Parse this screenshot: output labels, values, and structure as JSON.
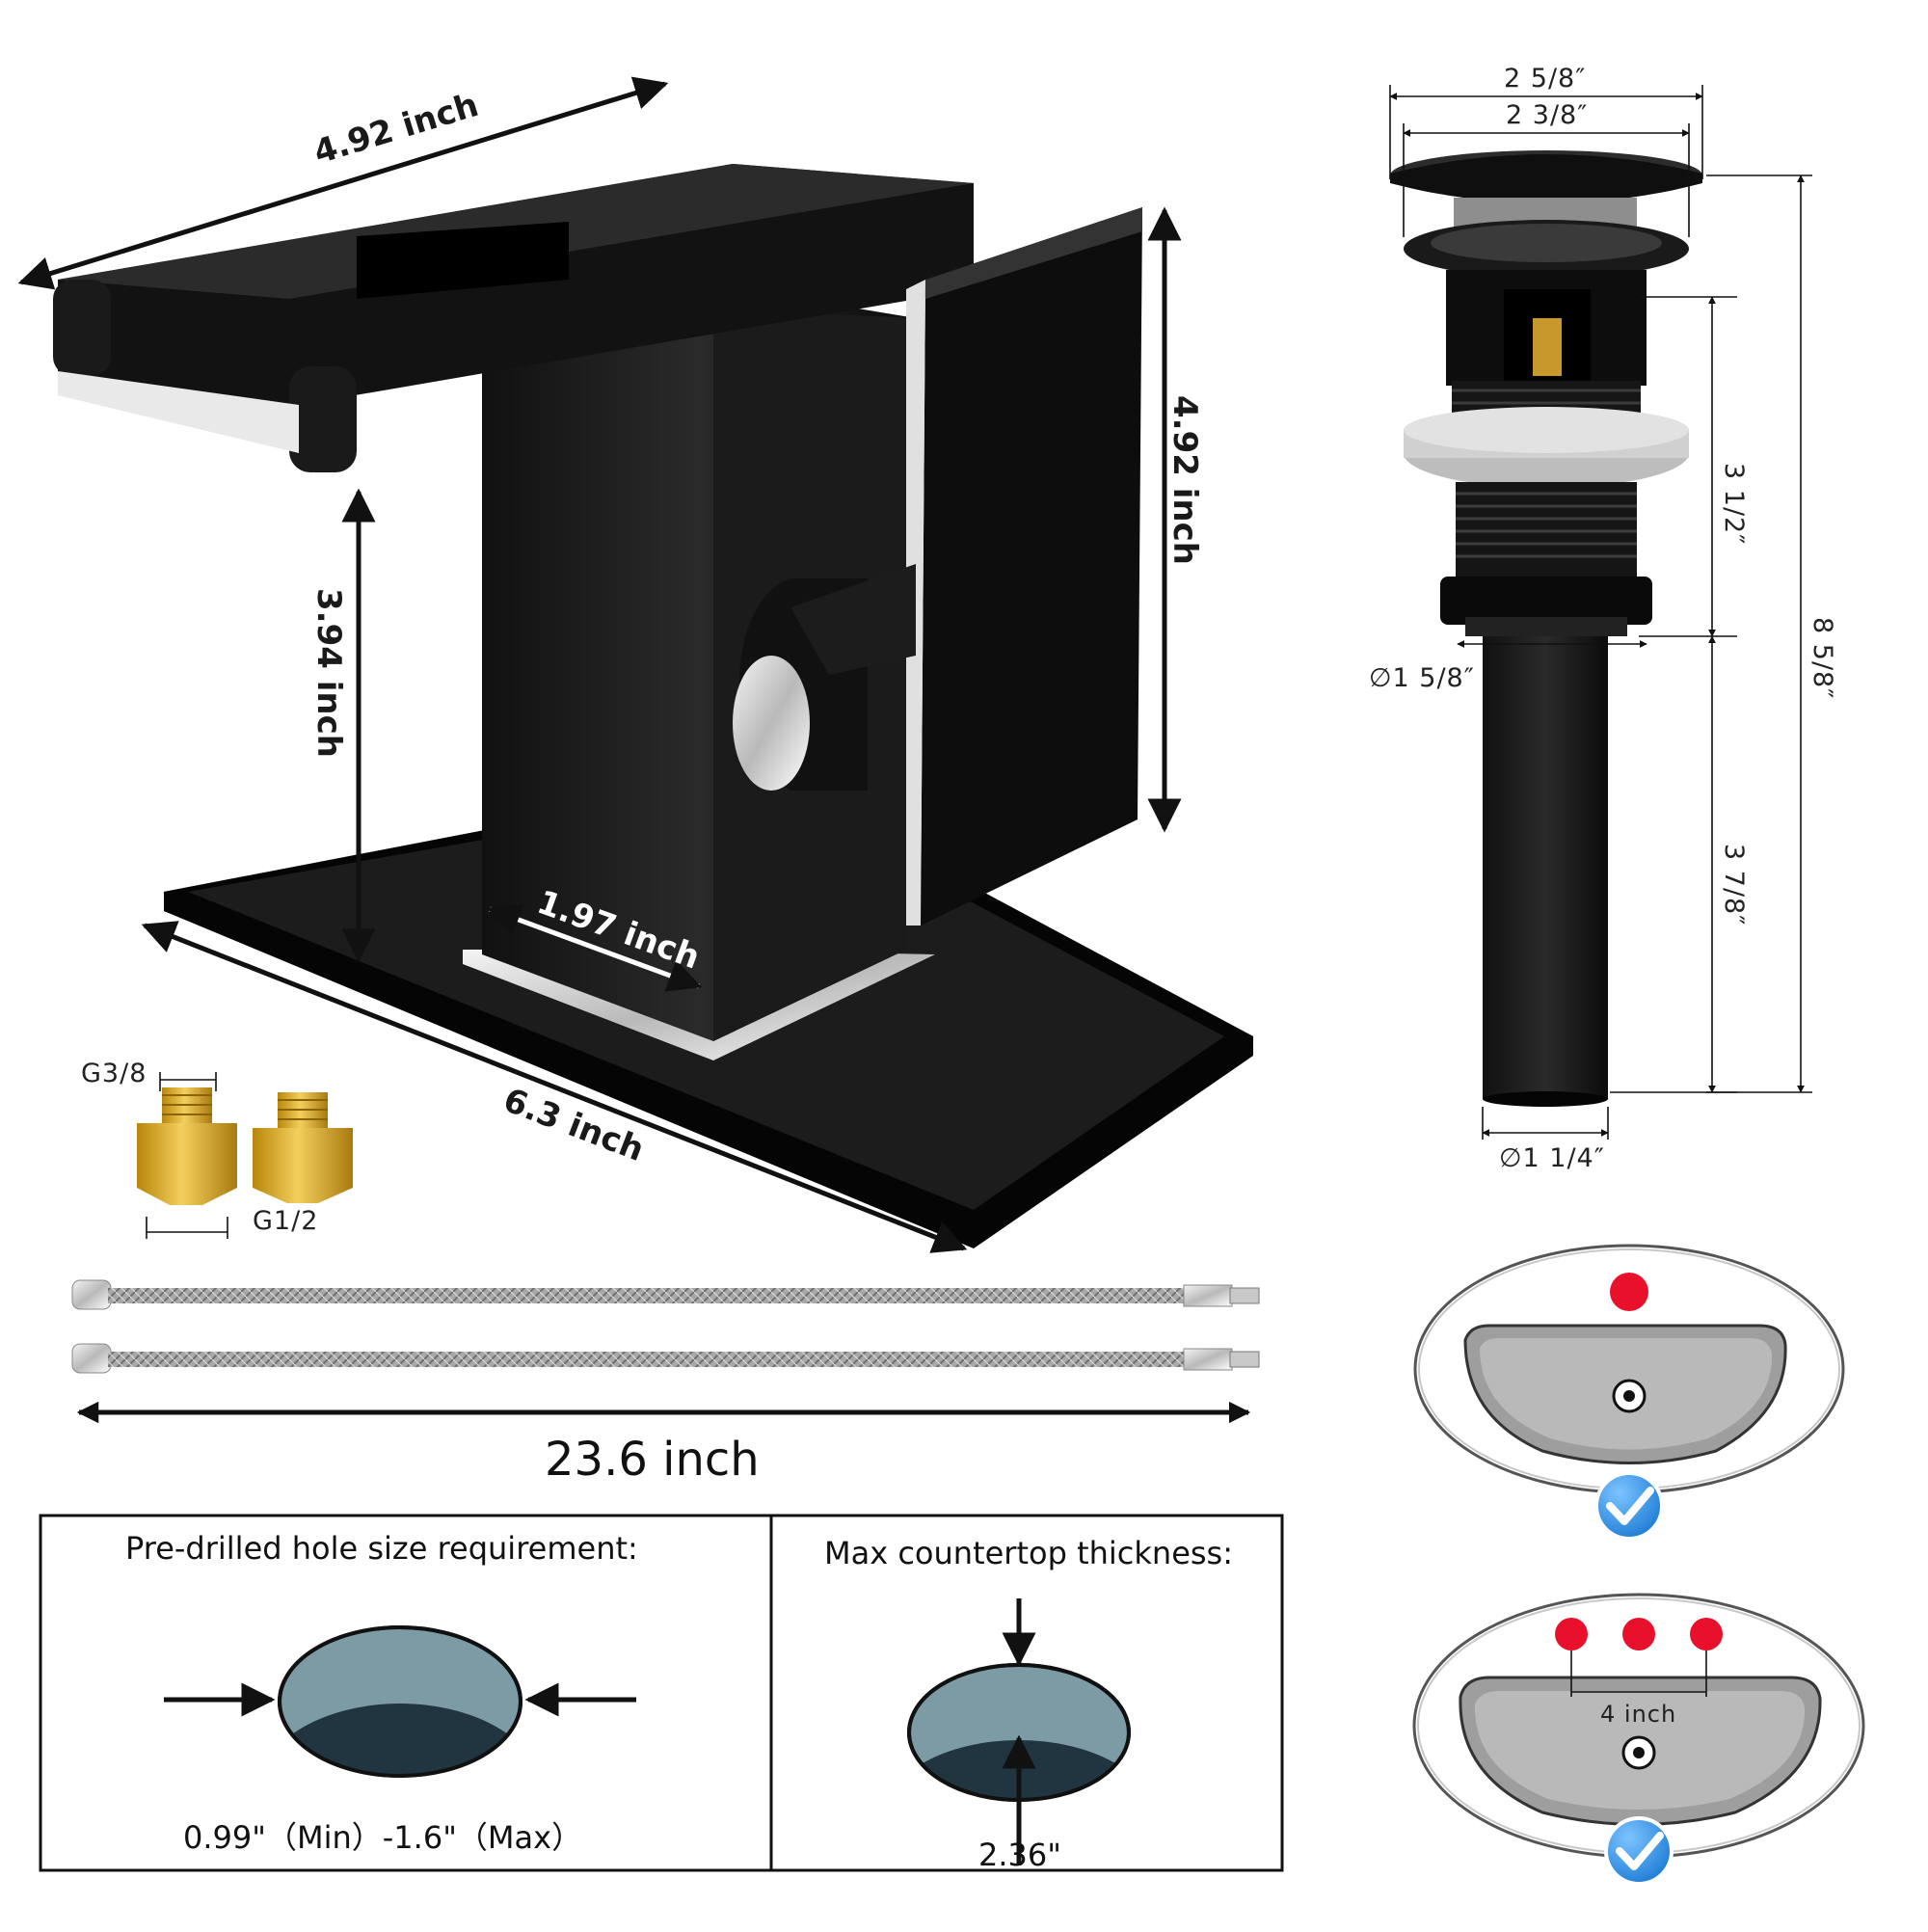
{
  "faucet": {
    "spout_length": "4.92 inch",
    "faucet_height": "4.92 inch",
    "spout_clearance": "3.94 inch",
    "body_width": "1.97 inch",
    "deck_plate_length": "6.3 inch"
  },
  "adapters": {
    "top_thread": "G3/8",
    "bottom_thread": "G1/2"
  },
  "hoses": {
    "length": "23.6 inch"
  },
  "drain": {
    "cap_diameter": "2 5/8″",
    "flange_diameter": "2 3/8″",
    "body_diameter": "∅1 5/8″",
    "tail_diameter": "∅1 1/4″",
    "thread_length": "3 1/2″",
    "tail_length": "3 7/8″",
    "total_length": "8 5/8″"
  },
  "requirements": {
    "hole_title": "Pre-drilled hole size requirement:",
    "hole_range": "0.99\"（Min）-1.6\"（Max）",
    "thickness_title": "Max countertop thickness:",
    "thickness_value": "2.36\""
  },
  "sink_options": {
    "three_hole_spacing": "4 inch",
    "check_icon": "check-circle-icon",
    "hole_color": "#e8102a",
    "check_color": "#2f8fe6"
  }
}
